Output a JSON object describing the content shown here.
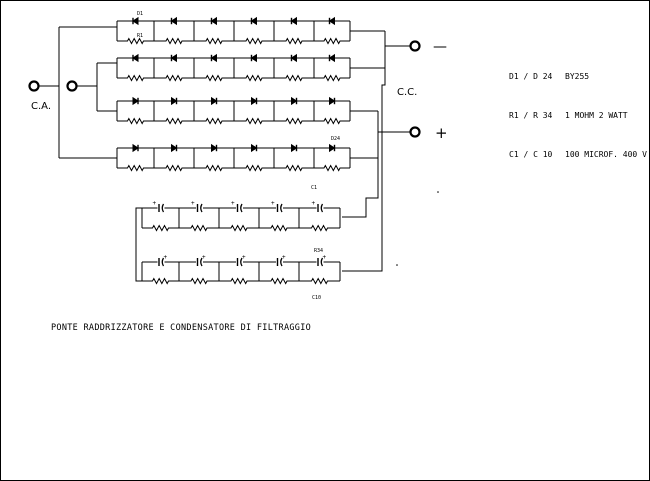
{
  "labels": {
    "ac": "C.A.",
    "dc": "C.C.",
    "minus": "—",
    "plus": "+"
  },
  "component_tags": {
    "d1": "D1",
    "r1": "R1",
    "d24": "D24",
    "c1": "C1",
    "r34": "R34",
    "c10": "C10"
  },
  "legend": [
    {
      "ref": "D1 / D 24",
      "value": "BY255"
    },
    {
      "ref": "R1 / R 34",
      "value": "1 MOHM 2 WATT"
    },
    {
      "ref": "C1 / C 10",
      "value": "100 MICROF. 400 V"
    }
  ],
  "caption": "PONTE RADDRIZZATORE E CONDENSATORE DI FILTRAGGIO"
}
